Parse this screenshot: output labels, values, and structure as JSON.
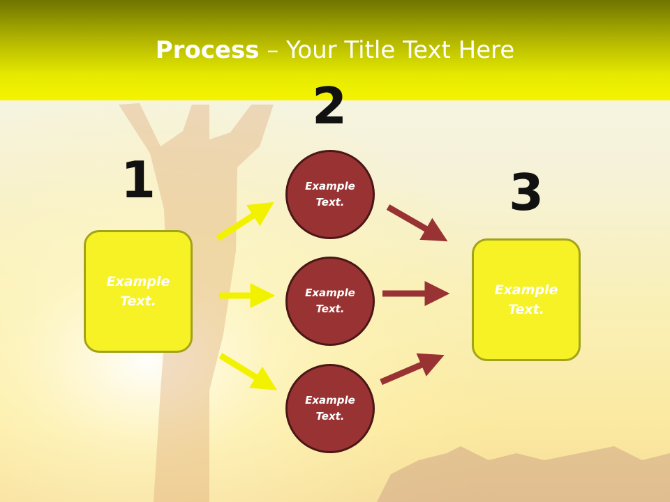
{
  "slide": {
    "title_bold": "Process",
    "title_rest": " – Your Title Text Here"
  },
  "steps": [
    {
      "number": "1",
      "text_line1": "Example",
      "text_line2": "Text."
    },
    {
      "number": "2",
      "text_line1": "Example",
      "text_line2": "Text."
    },
    {
      "number": "3",
      "text_line1": "Example",
      "text_line2": "Text."
    }
  ],
  "circles": [
    {
      "text_line1": "Example",
      "text_line2": "Text."
    },
    {
      "text_line1": "Example",
      "text_line2": "Text."
    },
    {
      "text_line1": "Example",
      "text_line2": "Text."
    }
  ],
  "colors": {
    "header": "#e6ea00",
    "box_fill": "#f6f226",
    "circle_fill": "#993333",
    "arrow_yellow": "#f2f200",
    "arrow_red": "#993333"
  }
}
